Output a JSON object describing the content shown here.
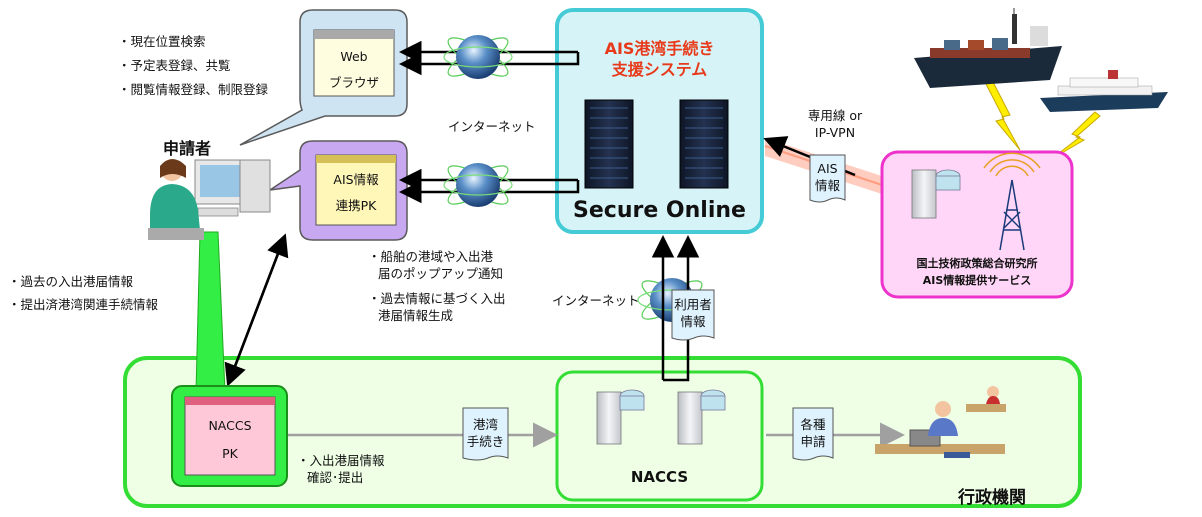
{
  "central_system": {
    "title_line1": "AIS港湾手続き",
    "title_line2": "支援システム",
    "brand_logo": "Secure Online"
  },
  "applicant": {
    "label": "申請者",
    "features": [
      "・現在位置検索",
      "・予定表登録、共覧",
      "・閲覧情報登録、制限登録"
    ],
    "records": [
      "・過去の入出港届情報",
      "・提出済港湾関連手続情報"
    ]
  },
  "web_browser": {
    "line1": "Web",
    "line2": "ブラウザ"
  },
  "ais_pk": {
    "line1": "AIS情報",
    "line2": "連携PK"
  },
  "internet_top": "インターネット",
  "internet_middle": "インターネット",
  "ais_pk_features": [
    "・船舶の港域や入出港",
    "届のポップアップ通知",
    "・過去情報に基づく入出",
    "港届情報生成"
  ],
  "dedicated_line": {
    "line1": "専用線 or",
    "line2": "IP-VPN"
  },
  "ais_info_doc": {
    "line1": "AIS",
    "line2": "情報"
  },
  "provider": {
    "line1": "国土技術政策総合研究所",
    "line2": "AIS情報提供サービス"
  },
  "user_info_doc": {
    "line1": "利用者",
    "line2": "情報"
  },
  "naccs_pk": {
    "line1": "NACCS",
    "line2": "PK"
  },
  "port_doc": {
    "line1": "港湾",
    "line2": "手続き"
  },
  "naccs_label": "NACCS",
  "application_doc": {
    "line1": "各種",
    "line2": "申請"
  },
  "submission_note": {
    "line1": "・入出港届情報",
    "line2": "確認･提出"
  },
  "government": "行政機関"
}
